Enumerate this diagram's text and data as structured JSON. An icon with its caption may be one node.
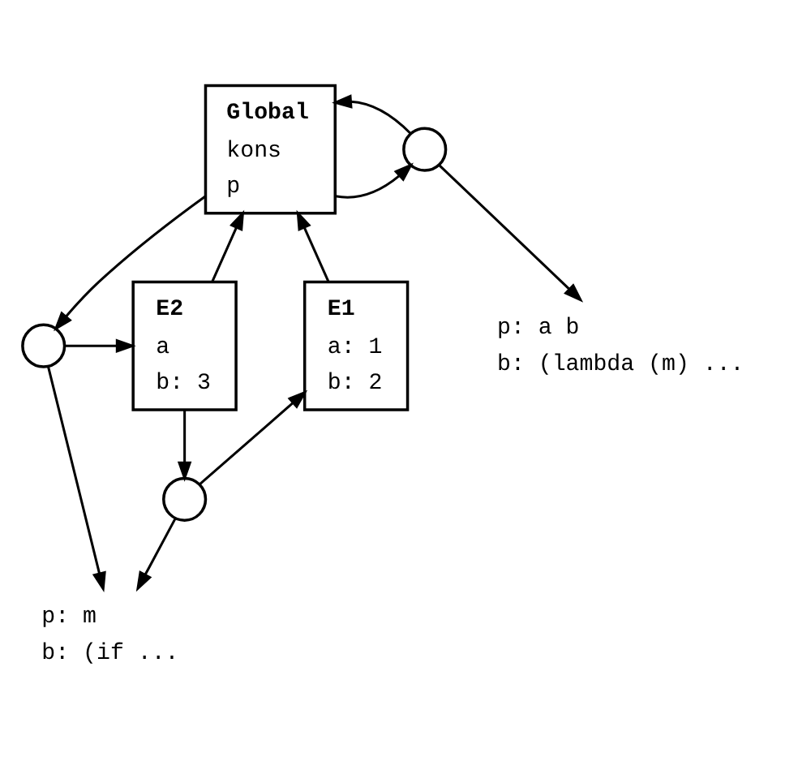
{
  "diagram": {
    "nodes": [
      {
        "text": [
          "Global",
          "kons",
          "p"
        ]
      },
      {
        "text": [],
        "shape": "circle"
      },
      {
        "text": [
          "p: a b",
          "b: (lambda (m) ..."
        ]
      },
      {
        "text": [],
        "shape": "circle"
      },
      {
        "text": [
          "E1",
          "a: 1",
          "b: 2"
        ]
      },
      {
        "text": [
          "E2",
          "a",
          "b: 3"
        ]
      },
      {
        "text": [],
        "shape": "circle"
      },
      {
        "text": [
          "p: m",
          "b: (if ..."
        ]
      }
    ],
    "edges": [
      {
        "from": 0,
        "to": 1,
        "arrow": "to"
      },
      {
        "from": 1,
        "to": 0,
        "arrow": "to"
      },
      {
        "from": 1,
        "to": 2,
        "arrow": "to"
      },
      {
        "from": 0,
        "to": 3,
        "arrow": "to"
      },
      {
        "from": 3,
        "to": 5,
        "arrow": "to"
      },
      {
        "from": 3,
        "to": 7,
        "arrow": "to"
      },
      {
        "from": 4,
        "to": 0,
        "arrow": "to"
      },
      {
        "from": 5,
        "to": 0,
        "arrow": "to"
      },
      {
        "from": 5,
        "to": 6,
        "arrow": "to"
      },
      {
        "from": 6,
        "to": 4,
        "arrow": "to"
      },
      {
        "from": 6,
        "to": 7,
        "arrow": "to"
      }
    ]
  }
}
